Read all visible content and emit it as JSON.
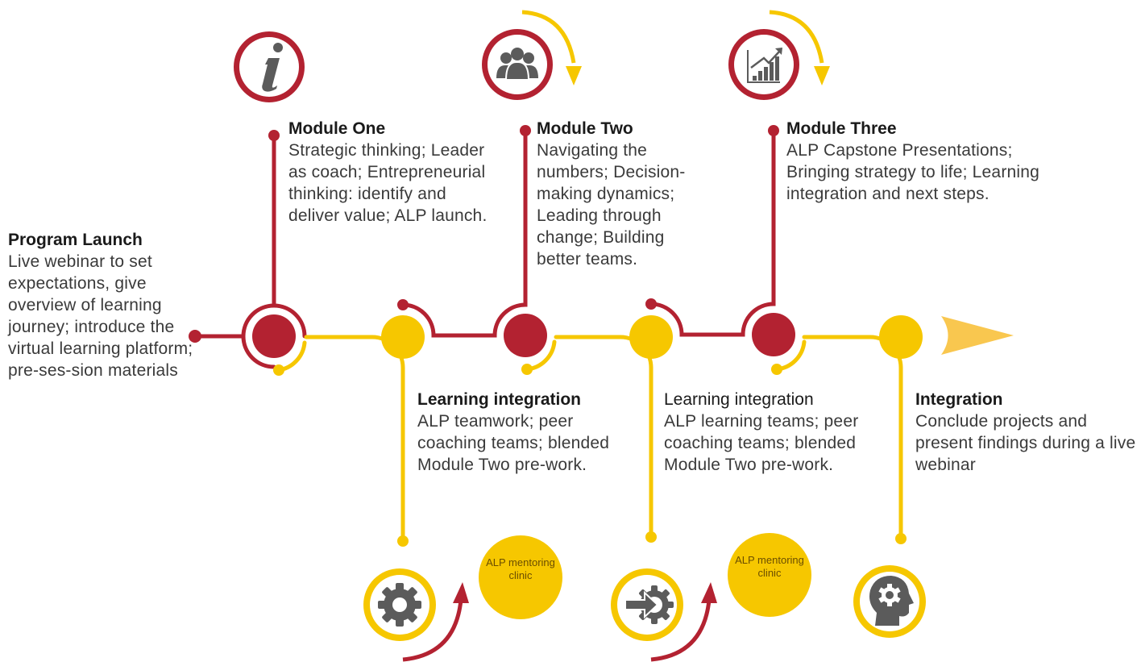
{
  "colors": {
    "red": "#B32231",
    "yellow": "#F6C700",
    "icon_gray": "#5B5B5B",
    "arrow_light": "#F9C74F"
  },
  "program_launch": {
    "title": "Program Launch",
    "body": "Live webinar to set expectations, give overview of learning journey; introduce the virtual learning platform; pre-ses-sion materials"
  },
  "module_one": {
    "title": "Module One",
    "body": "Strategic thinking; Leader as coach; Entrepreneurial thinking: identify and deliver value; ALP launch.",
    "icon": "info-icon"
  },
  "module_two": {
    "title": "Module Two",
    "body": "Navigating the numbers; Decision-making dynamics; Leading through change; Building better teams.",
    "icon": "people-group-icon"
  },
  "module_three": {
    "title": "Module Three",
    "body": "ALP Capstone Presentations; Bringing strategy to life; Learning integration and next steps.",
    "icon": "growth-chart-icon"
  },
  "learning_integration_1": {
    "title": "Learning integration",
    "body": "ALP teamwork; peer coaching teams; blended Module Two pre-work.",
    "icon": "gear-icon"
  },
  "learning_integration_2": {
    "title": "Learning integration",
    "body": "ALP learning teams; peer coaching teams; blended Module Two pre-work.",
    "icon": "arrow-gear-icon"
  },
  "integration": {
    "title": "Integration",
    "body": "Conclude projects and present findings during a live webinar",
    "icon": "head-gear-icon"
  },
  "clinic_1": {
    "label": "ALP mentoring clinic"
  },
  "clinic_2": {
    "label": "ALP mentoring clinic"
  }
}
